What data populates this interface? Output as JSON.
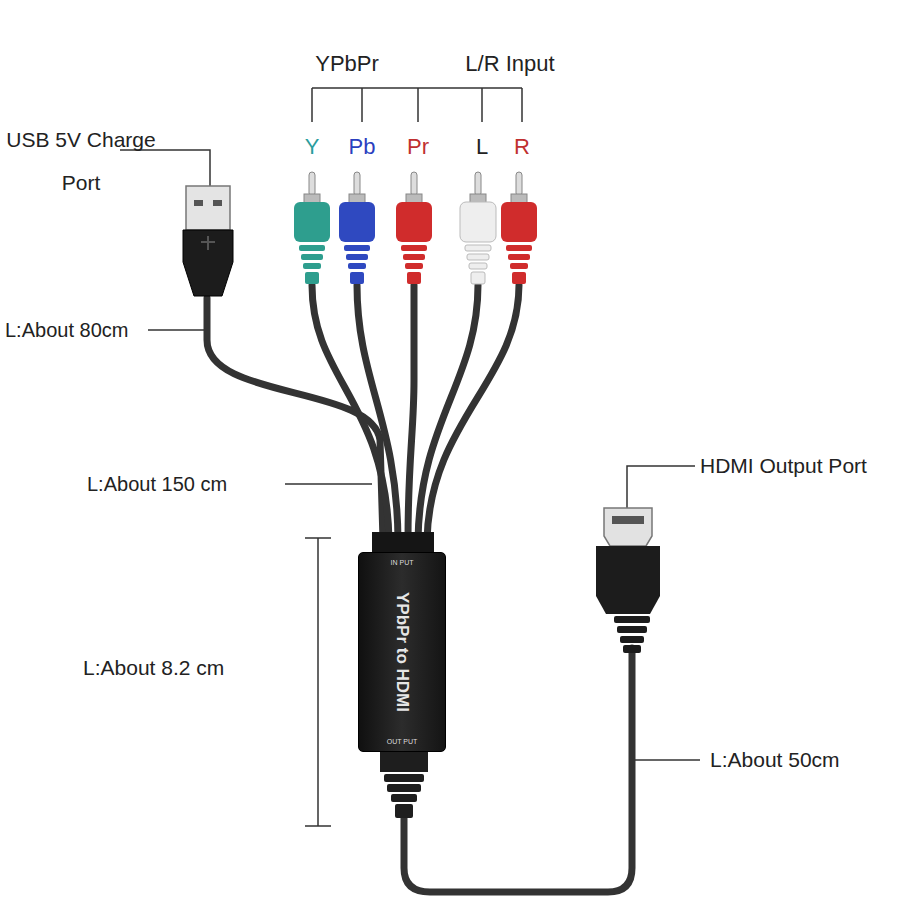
{
  "diagram": {
    "nodes": [
      {
        "text": [
          "IN PUT",
          "YPbPr to HDMI",
          "OUT PUT"
        ]
      }
    ],
    "labels": [
      "YPbPr",
      "L/R Input",
      "Y",
      "Pb",
      "Pr",
      "L",
      "R",
      "USB 5V Charge Port",
      "L:About 80cm",
      "L:About 150 cm",
      "L:About 8.2 cm",
      "HDMI Output Port",
      "L:About 50cm"
    ]
  }
}
